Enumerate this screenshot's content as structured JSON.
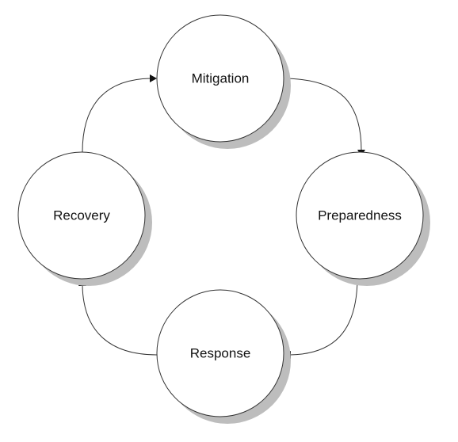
{
  "diagram": {
    "nodes": [
      {
        "id": "mitigation",
        "label": "Mitigation"
      },
      {
        "id": "preparedness",
        "label": "Preparedness"
      },
      {
        "id": "response",
        "label": "Response"
      },
      {
        "id": "recovery",
        "label": "Recovery"
      }
    ],
    "edges": [
      {
        "from": "mitigation",
        "to": "preparedness"
      },
      {
        "from": "preparedness",
        "to": "response"
      },
      {
        "from": "response",
        "to": "recovery"
      },
      {
        "from": "recovery",
        "to": "mitigation"
      }
    ],
    "colors": {
      "circle_fill": "#ffffff",
      "circle_stroke": "#333333",
      "shadow": "#bdbdbd",
      "connector": "#333333"
    }
  }
}
